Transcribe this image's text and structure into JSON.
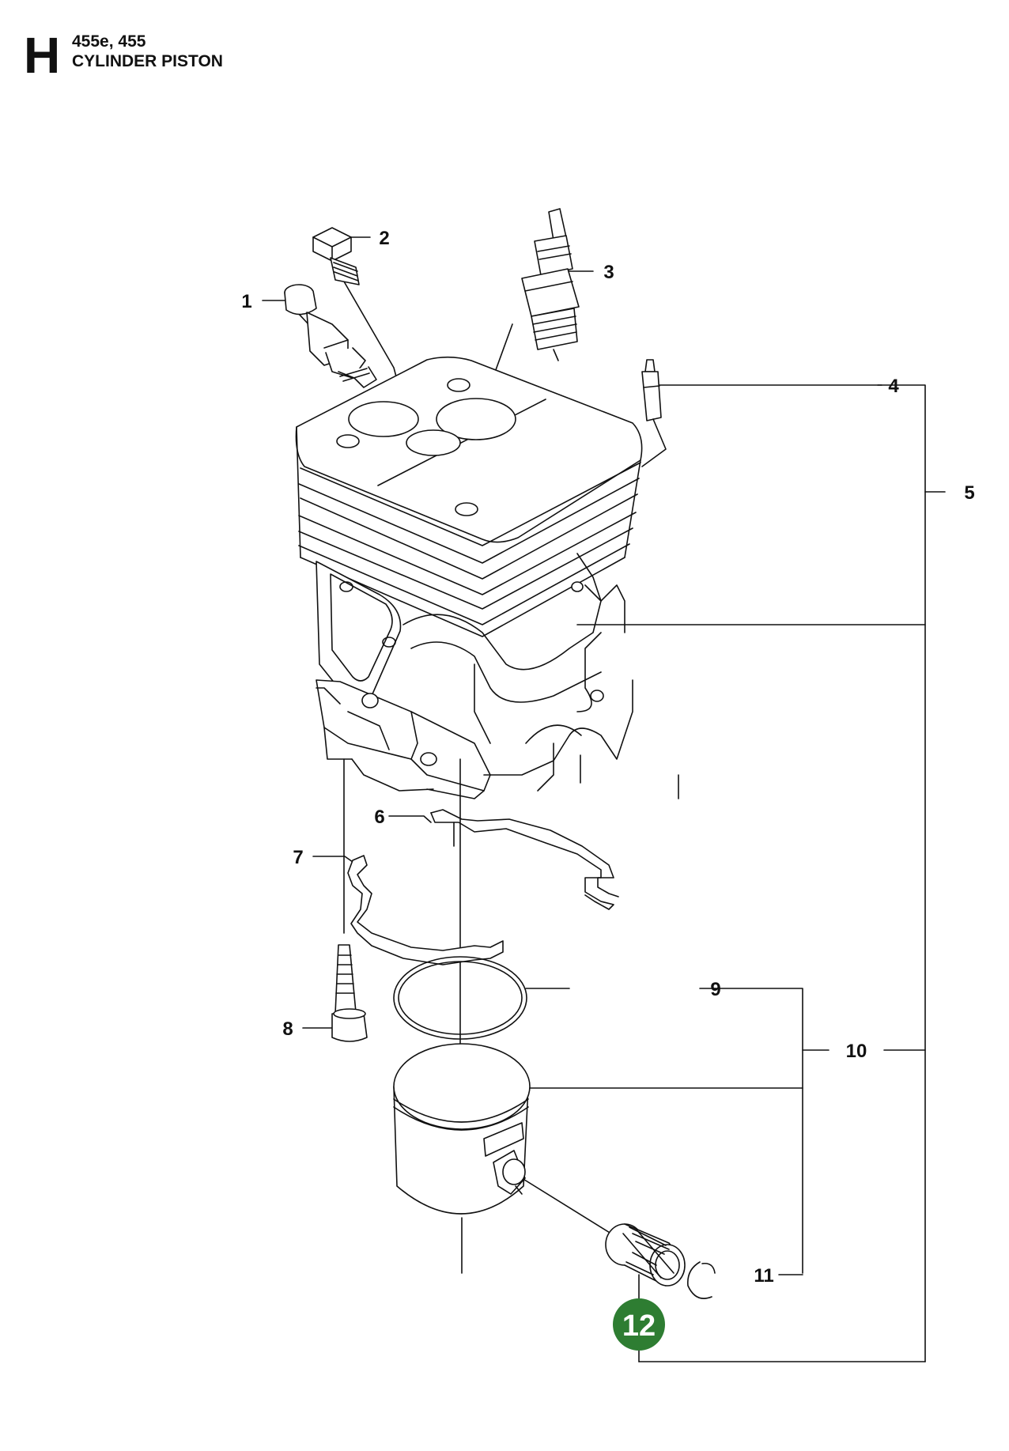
{
  "header": {
    "section_letter": "H",
    "models": "455e, 455",
    "title": "CYLINDER PISTON"
  },
  "callouts": [
    "1",
    "2",
    "3",
    "4",
    "5",
    "6",
    "7",
    "8",
    "9",
    "10",
    "11",
    "12"
  ],
  "colors": {
    "line": "#111111",
    "highlight_badge": "#2e7d32",
    "highlight_text": "#ffffff"
  },
  "highlighted_callout": "12"
}
